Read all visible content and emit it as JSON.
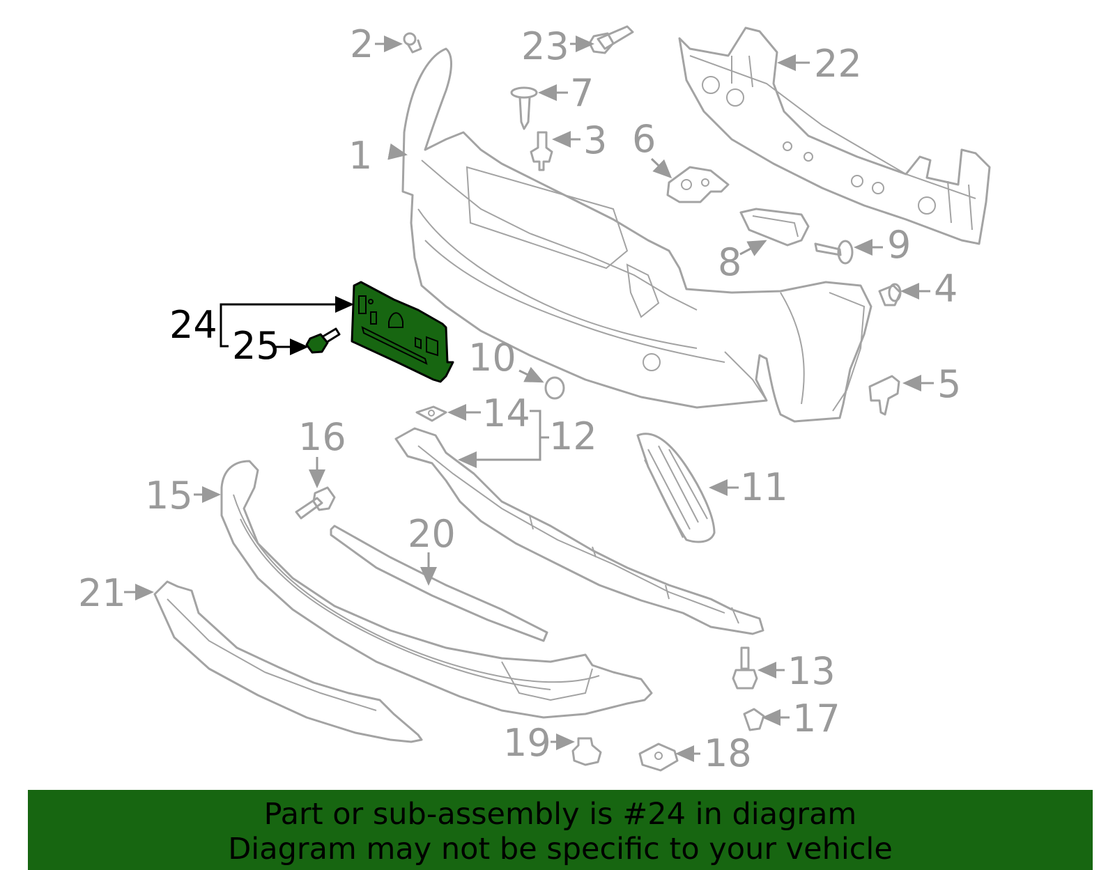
{
  "diagram": {
    "highlighted_part": "24",
    "callouts": [
      "1",
      "2",
      "3",
      "4",
      "5",
      "6",
      "7",
      "8",
      "9",
      "10",
      "11",
      "12",
      "13",
      "14",
      "15",
      "16",
      "17",
      "18",
      "19",
      "20",
      "21",
      "22",
      "23",
      "24",
      "25"
    ],
    "colors": {
      "part_stroke": "#a3a3a3",
      "highlight_fill": "#176611",
      "banner_bg": "#176611"
    }
  },
  "banner": {
    "line1": "Part or sub-assembly is #24 in diagram",
    "line2": "Diagram may not be specific to your vehicle"
  }
}
